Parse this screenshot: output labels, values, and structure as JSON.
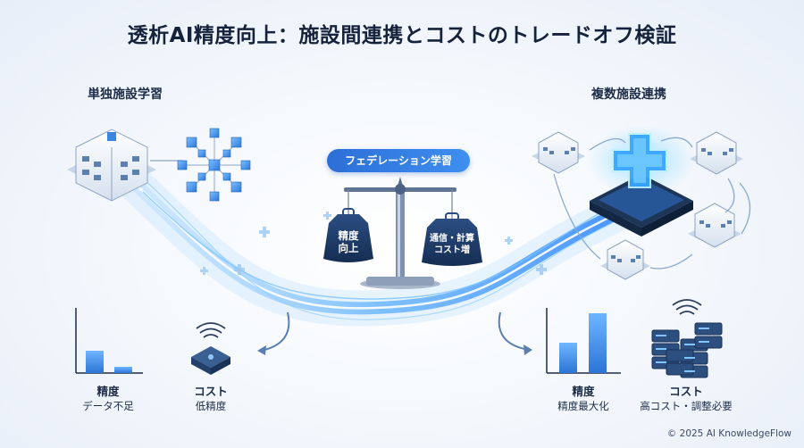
{
  "title": "透析AI精度向上：施設間連携とコストのトレードオフ検証",
  "left": {
    "heading": "単独施設学習",
    "accuracy_label": "精度",
    "accuracy_sub": "データ不足",
    "cost_label": "コスト",
    "cost_sub": "低精度"
  },
  "right": {
    "heading": "複数施設連携",
    "accuracy_label": "精度",
    "accuracy_sub": "精度最大化",
    "cost_label": "コスト",
    "cost_sub": "高コスト・調整必要"
  },
  "center": {
    "pill": "フェデレーション学習",
    "weight_left_line1": "精度",
    "weight_left_line2": "向上",
    "weight_right_line1": "通信・計算",
    "weight_right_line2": "コスト増"
  },
  "colors": {
    "accent": "#2f7de1",
    "weight": "#1e3b66",
    "bar": "#3f8fe8"
  },
  "footer": "© 2025 AI KnowledgeFlow"
}
